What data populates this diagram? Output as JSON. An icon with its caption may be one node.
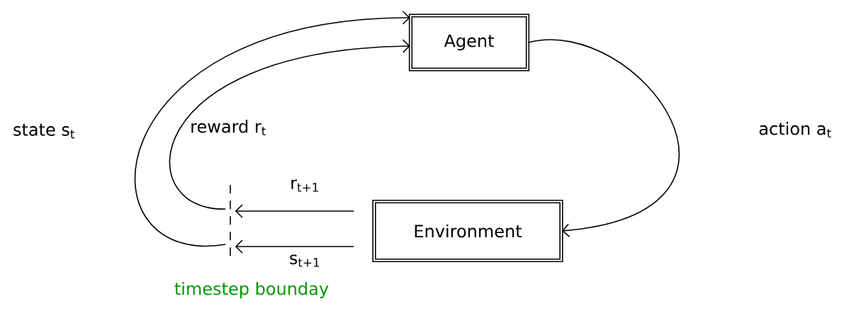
{
  "diagram": {
    "nodes": [
      {
        "text": [
          "Agent"
        ]
      },
      {
        "text": [
          "Environment"
        ]
      },
      {
        "text": [],
        "shape": "bar",
        "beside": [
          "timestep bounday"
        ]
      }
    ],
    "edges": [
      {
        "from": 0,
        "to": 1,
        "arrow": "to",
        "label": "action a$_{t}$"
      },
      {
        "from": 1,
        "to": 2,
        "arrow": "to",
        "label": "r$_{t+1}$"
      },
      {
        "from": 1,
        "to": 2,
        "arrow": "to",
        "label": "s$_{t+1}$"
      },
      {
        "from": 2,
        "to": 0,
        "arrow": "to",
        "label": "state s$_{t}$"
      },
      {
        "from": 2,
        "to": 0,
        "arrow": "to",
        "label": "reward r$_{t}$"
      }
    ]
  }
}
